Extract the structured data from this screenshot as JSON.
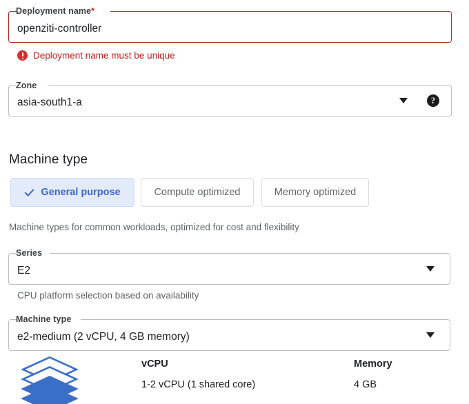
{
  "deployment_name_field": {
    "label": "Deployment name",
    "required_marker": "*",
    "value": "openziti-controller",
    "error": {
      "icon": "error-circle-icon",
      "text": "Deployment name must be unique"
    }
  },
  "zone_field": {
    "label": "Zone",
    "value": "asia-south1-a",
    "dropdown_icon": "chevron-down-icon",
    "help_icon": "help-circle-icon",
    "help_glyph": "?"
  },
  "machine_type_section": {
    "title": "Machine type",
    "family_tabs": [
      {
        "label": "General purpose",
        "selected": true,
        "icon": "check-icon"
      },
      {
        "label": "Compute optimized",
        "selected": false
      },
      {
        "label": "Memory optimized",
        "selected": false
      }
    ],
    "family_helper": "Machine types for common workloads, optimized for cost and flexibility",
    "series_field": {
      "label": "Series",
      "value": "E2",
      "dropdown_icon": "chevron-down-icon"
    },
    "series_helper": "CPU platform selection based on availability",
    "machine_type_field": {
      "label": "Machine type",
      "value": "e2-medium (2 vCPU, 4 GB memory)",
      "dropdown_icon": "chevron-down-icon"
    },
    "specs": {
      "icon": "stacked-layers-icon",
      "columns": [
        {
          "header": "vCPU",
          "value": "1-2 vCPU (1 shared core)"
        },
        {
          "header": "Memory",
          "value": "4 GB"
        }
      ]
    }
  },
  "colors": {
    "error_red": "#c5221f",
    "error_border": "#b3261e",
    "accent_blue": "#3c66cc",
    "chip_selected_bg": "#e3ebfb",
    "icon_blue": "#3a6fc8",
    "text_primary": "#202124",
    "text_secondary": "#5f6368",
    "field_border": "#b9bdc1"
  }
}
